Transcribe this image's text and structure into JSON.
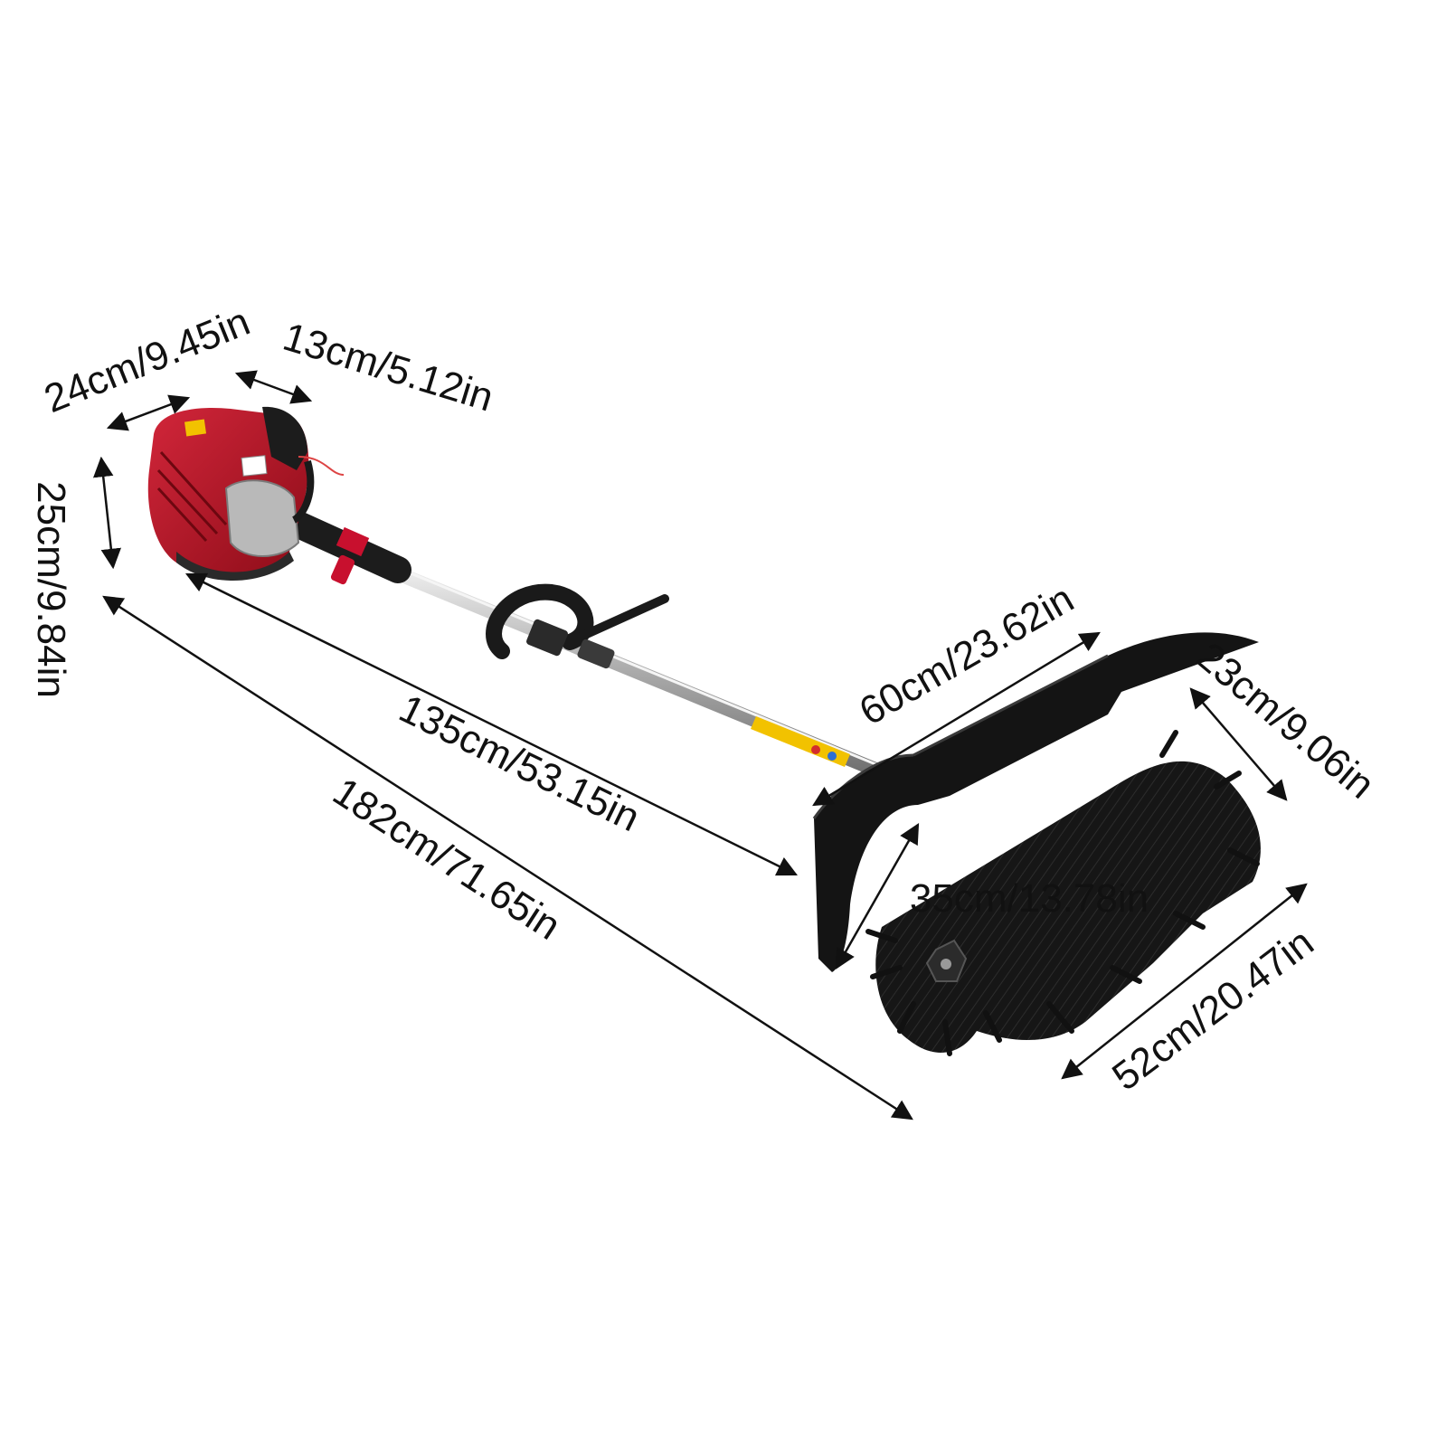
{
  "product": {
    "name_icon": "gas-power-sweeper-photo",
    "engine_color": "#b4121f",
    "brush_color": "#111111",
    "shaft_color": "#c8c8c8"
  },
  "dimensions": {
    "engine_width": "24cm/9.45in",
    "engine_depth": "13cm/5.12in",
    "engine_height": "25cm/9.84in",
    "shaft_length": "135cm/53.15in",
    "total_length": "182cm/71.65in",
    "brush_width": "60cm/23.62in",
    "brush_height": "23cm/9.06in",
    "brush_diameter": "35cm/13.78in",
    "brush_length": "52cm/20.47in"
  }
}
